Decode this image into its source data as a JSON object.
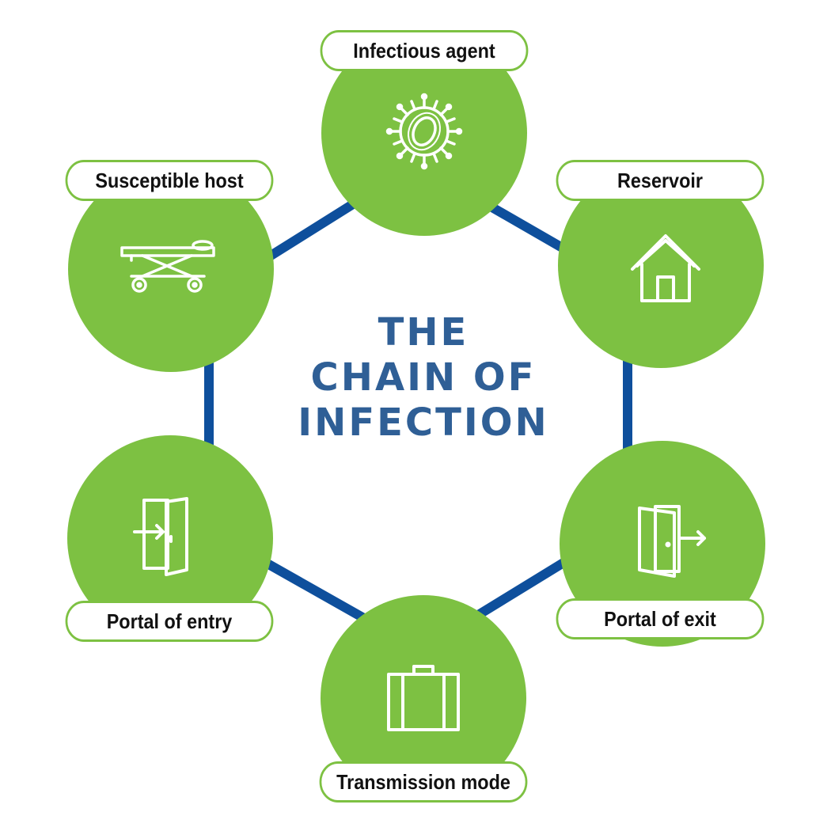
{
  "title": {
    "lines": [
      "THE",
      "CHAIN OF",
      "INFECTION"
    ],
    "color": "#2f5f96"
  },
  "colors": {
    "node_fill": "#7dc142",
    "label_border": "#7dc142",
    "connector": "#0e4f9c",
    "icon_stroke": "#ffffff"
  },
  "nodes": [
    {
      "id": "infectious-agent",
      "label": "Infectious agent",
      "icon": "virus-icon"
    },
    {
      "id": "reservoir",
      "label": "Reservoir",
      "icon": "house-icon"
    },
    {
      "id": "portal-of-exit",
      "label": "Portal of exit",
      "icon": "door-exit-icon"
    },
    {
      "id": "transmission-mode",
      "label": "Transmission mode",
      "icon": "suitcase-icon"
    },
    {
      "id": "portal-of-entry",
      "label": "Portal of entry",
      "icon": "door-entry-icon"
    },
    {
      "id": "susceptible-host",
      "label": "Susceptible host",
      "icon": "stretcher-icon"
    }
  ]
}
